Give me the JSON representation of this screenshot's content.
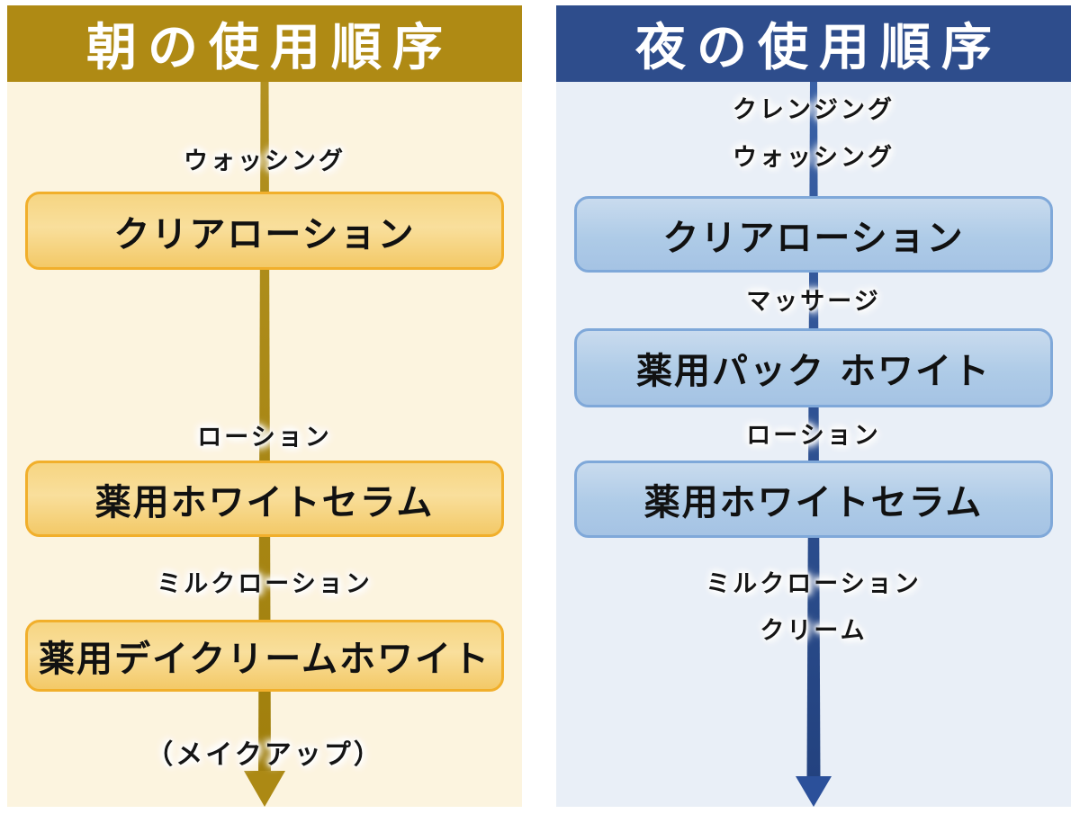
{
  "panels": [
    {
      "id": "morning",
      "title": "朝の使用順序",
      "theme": {
        "header_bg": "#AF8A14",
        "header_text": "#FFFFFF",
        "body_bg": "#FCF4DF",
        "box_border": "#F1AF2B",
        "box_fill_top": "#F6D582",
        "box_fill_bottom": "#F3C967",
        "arrow_color": "#A8860D",
        "text_color": "#151515"
      },
      "flow": [
        {
          "type": "label",
          "text": "ウォッシング"
        },
        {
          "type": "box",
          "text": "クリアローション"
        },
        {
          "type": "label",
          "text": "ローション"
        },
        {
          "type": "box",
          "text": "薬用ホワイトセラム"
        },
        {
          "type": "label",
          "text": "ミルクローション"
        },
        {
          "type": "box",
          "text": "薬用デイクリームホワイト"
        },
        {
          "type": "label",
          "text": "（メイクアップ）"
        }
      ]
    },
    {
      "id": "night",
      "title": "夜の使用順序",
      "theme": {
        "header_bg": "#2E4D8C",
        "header_text": "#FFFFFF",
        "body_bg": "#E9EFF7",
        "box_border": "#7FA8D9",
        "box_fill_top": "#C9DBEE",
        "box_fill_bottom": "#A5C3E4",
        "arrow_color": "#2B509A",
        "text_color": "#151515"
      },
      "flow": [
        {
          "type": "label",
          "text": "クレンジング"
        },
        {
          "type": "label",
          "text": "ウォッシング"
        },
        {
          "type": "box",
          "text": "クリアローション"
        },
        {
          "type": "label",
          "text": "マッサージ"
        },
        {
          "type": "box",
          "text": "薬用パック ホワイト"
        },
        {
          "type": "label",
          "text": "ローション"
        },
        {
          "type": "box",
          "text": "薬用ホワイトセラム"
        },
        {
          "type": "label",
          "text": "ミルクローション"
        },
        {
          "type": "label",
          "text": "クリーム"
        }
      ]
    }
  ]
}
